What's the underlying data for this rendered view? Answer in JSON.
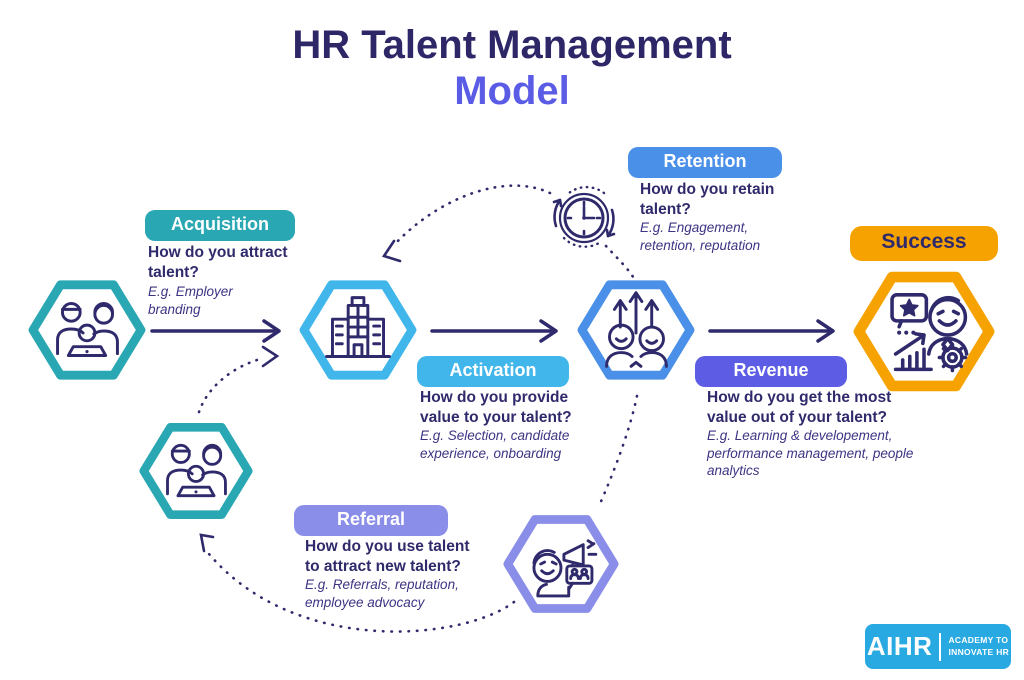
{
  "title": {
    "line1": "HR Talent Management",
    "line2": "Model"
  },
  "stages": {
    "acquisition": {
      "label": "Acquisition",
      "question": "How do you attract talent?",
      "example": "E.g. Employer branding",
      "color": "#29a7b2"
    },
    "activation": {
      "label": "Activation",
      "question": "How do you provide value to your talent?",
      "example": "E.g. Selection, candidate experience, onboarding",
      "color": "#41b6ea"
    },
    "retention": {
      "label": "Retention",
      "question": "How do you retain talent?",
      "example": "E.g. Engagement, retention, reputation",
      "color": "#4a90e8"
    },
    "revenue": {
      "label": "Revenue",
      "question": "How do you get the most value out of your talent?",
      "example": "E.g. Learning & developement, performance management, people analytics",
      "color": "#5c5ce5"
    },
    "referral": {
      "label": "Referral",
      "question": "How do you use talent to attract new talent?",
      "example": "E.g. Referrals, reputation, employee advocacy",
      "color": "#8a8ee8"
    },
    "success": {
      "label": "Success",
      "color": "#f6a200"
    }
  },
  "icons": {
    "hex_candidates": "team-icon",
    "hex_organization": "building-icon",
    "hex_growth": "people-growth-icon",
    "hex_success": "achiever-chart-gear-icon",
    "hex_referrers": "team-icon",
    "hex_advocacy": "megaphone-person-icon",
    "retention_loop": "clock-cycle-icon"
  },
  "logo": {
    "brand": "AIHR",
    "tagline_line1": "ACADEMY TO",
    "tagline_line2": "INNOVATE HR",
    "color": "#29a9e1"
  },
  "colors": {
    "navy_ink": "#2f2a6b",
    "title_navy": "#2e2767",
    "title_accent": "#5b5ce6"
  }
}
